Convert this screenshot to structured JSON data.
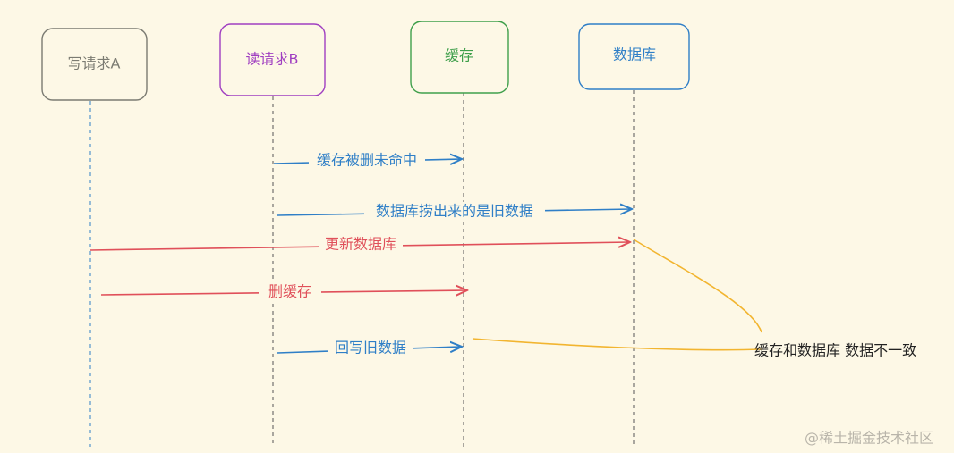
{
  "colors": {
    "background": "#fdf8e6",
    "writer": "#7b7b72",
    "reader": "#a03fc1",
    "cache": "#3f9f4b",
    "database": "#2f7fc7",
    "update_red": "#e0505a",
    "blue_msg": "#2f7fc7",
    "note_curve": "#f2b530"
  },
  "participants": [
    {
      "key": "writer",
      "label": "写请求A"
    },
    {
      "key": "reader",
      "label": "读请求B"
    },
    {
      "key": "cache",
      "label": "缓存"
    },
    {
      "key": "database",
      "label": "数据库"
    }
  ],
  "messages": [
    {
      "from": "reader",
      "to": "cache",
      "label": "缓存被删未命中",
      "color": "blue_msg"
    },
    {
      "from": "reader",
      "to": "database",
      "label": "数据库捞出来的是旧数据",
      "color": "blue_msg"
    },
    {
      "from": "writer",
      "to": "database",
      "label": "更新数据库",
      "color": "update_red"
    },
    {
      "from": "writer",
      "to": "cache",
      "label": "删缓存",
      "color": "update_red"
    },
    {
      "from": "reader",
      "to": "cache",
      "label": "回写旧数据",
      "color": "blue_msg"
    }
  ],
  "note": {
    "text": "缓存和数据库  数据不一致"
  },
  "watermark": "@稀土掘金技术社区"
}
